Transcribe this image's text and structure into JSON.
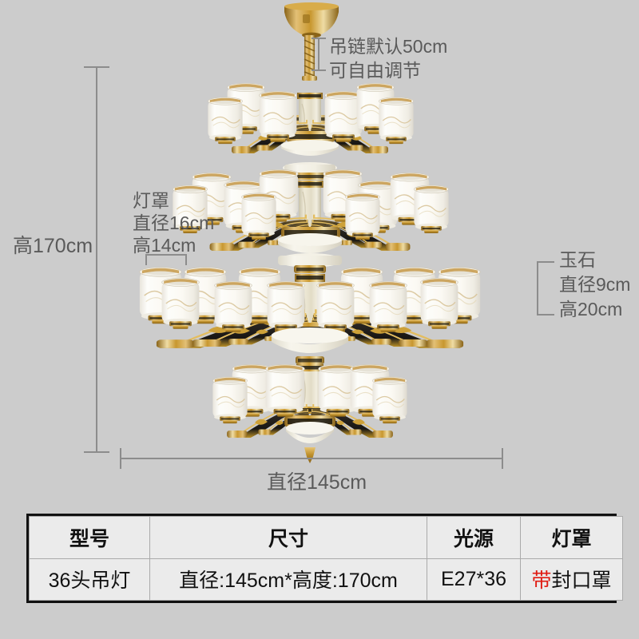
{
  "background_color": "#cccccc",
  "product": {
    "type": "chandelier",
    "name": "36头吊灯",
    "tiers": 4
  },
  "annotations": {
    "chain": {
      "name": "chain-length-note",
      "line1": "吊链默认50cm",
      "line2": "可自由调节",
      "value": "50cm"
    },
    "shade": {
      "name": "lampshade-note",
      "line1": "灯罩",
      "line2": "直径16cm",
      "line3": "高14cm",
      "diameter": "16cm",
      "height": "14cm"
    },
    "jade": {
      "name": "jade-note",
      "line1": "玉石",
      "line2": "直径9cm",
      "line3": "高20cm",
      "diameter": "9cm",
      "height": "20cm"
    },
    "total_height": {
      "name": "overall-height",
      "label": "高170cm",
      "value": "170cm"
    },
    "total_width": {
      "name": "overall-diameter",
      "label": "直径145cm",
      "value": "145cm"
    }
  },
  "spec_table": {
    "headers": [
      "型号",
      "尺寸",
      "光源",
      "灯罩"
    ],
    "row": {
      "model": "36头吊灯",
      "size": "直径:145cm*高度:170cm",
      "light_source": "E27*36",
      "shade_prefix": "带",
      "shade_rest": "封口罩"
    }
  },
  "colors": {
    "accent_red": "#e01b12",
    "rule_gray": "#8c8c8c",
    "text_gray": "#5a5a5a",
    "table_bg": "#ebebeb",
    "table_border": "#111111",
    "gold": "#c8972f",
    "gold_dark": "#8a6418",
    "gold_light": "#e8c574",
    "black_arm": "#1c1a17",
    "shade_white": "#fbfaf6",
    "jade": "#ded8c4"
  }
}
